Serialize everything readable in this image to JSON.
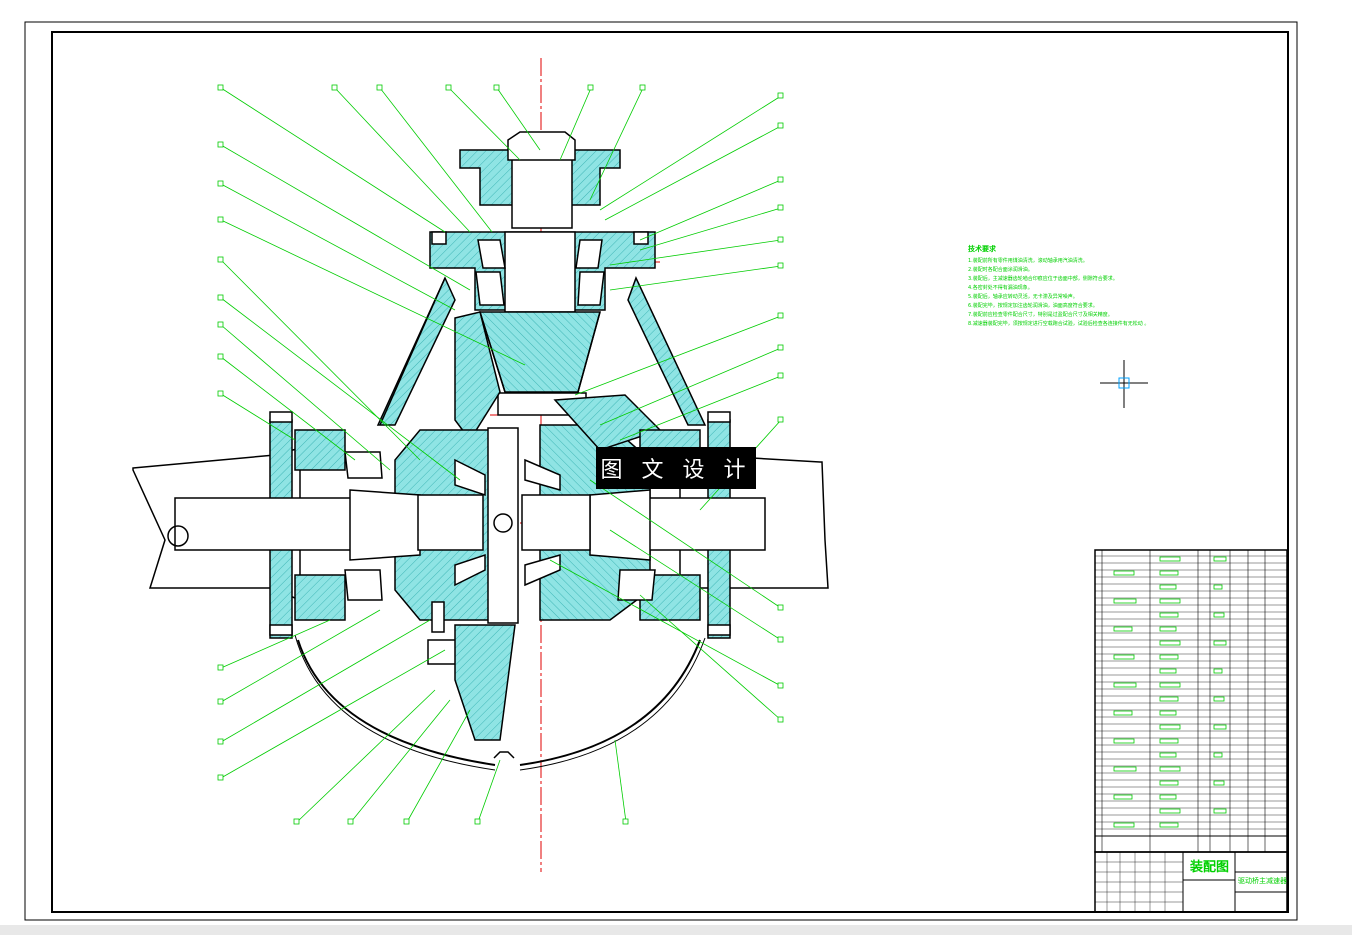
{
  "watermark": {
    "text": "图 文 设 计"
  },
  "technical_notes": {
    "title": "技术要求",
    "lines": [
      "1.装配前所有零件用煤油清洗，滚动轴承用汽油清洗。",
      "2.装配时各配合面涂润滑油。",
      "3.装配后，主减速器齿轮啮合印痕应位于齿面中部，侧隙符合要求。",
      "4.各密封处不得有漏油现象。",
      "5.装配后，轴承应转动灵活，无卡滞及异常噪声。",
      "6.装配完毕，按规定加注齿轮润滑油，油面高度符合要求。",
      "7.装配前应检查零件配合尺寸，特别是过盈配合尺寸及相关精度。",
      "8.减速器装配完毕，须按规定进行空载跑合试验，试验后检查各连接件有无松动 。"
    ]
  },
  "title_block": {
    "drawing_name": "装配图",
    "subtitle": "驱动桥主减速器"
  },
  "colors": {
    "outline": "#000000",
    "section_fill": "#7fdede",
    "leader": "#00cc00",
    "centerline": "#e00000",
    "notes": "#00d000"
  }
}
